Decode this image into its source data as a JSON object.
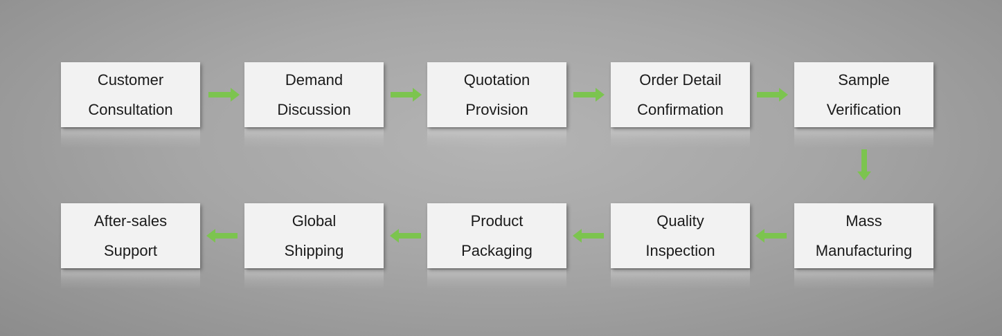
{
  "colors": {
    "arrow": "#7cc44f",
    "box": "#f2f2f2",
    "text": "#1a1a1a"
  },
  "steps": [
    {
      "line1": "Customer",
      "line2": "Consultation"
    },
    {
      "line1": "Demand",
      "line2": "Discussion"
    },
    {
      "line1": "Quotation",
      "line2": "Provision"
    },
    {
      "line1": "Order Detail",
      "line2": "Confirmation"
    },
    {
      "line1": "Sample",
      "line2": "Verification"
    },
    {
      "line1": "Mass",
      "line2": "Manufacturing"
    },
    {
      "line1": "Quality",
      "line2": "Inspection"
    },
    {
      "line1": "Product",
      "line2": "Packaging"
    },
    {
      "line1": "Global",
      "line2": "Shipping"
    },
    {
      "line1": "After-sales",
      "line2": "Support"
    }
  ]
}
